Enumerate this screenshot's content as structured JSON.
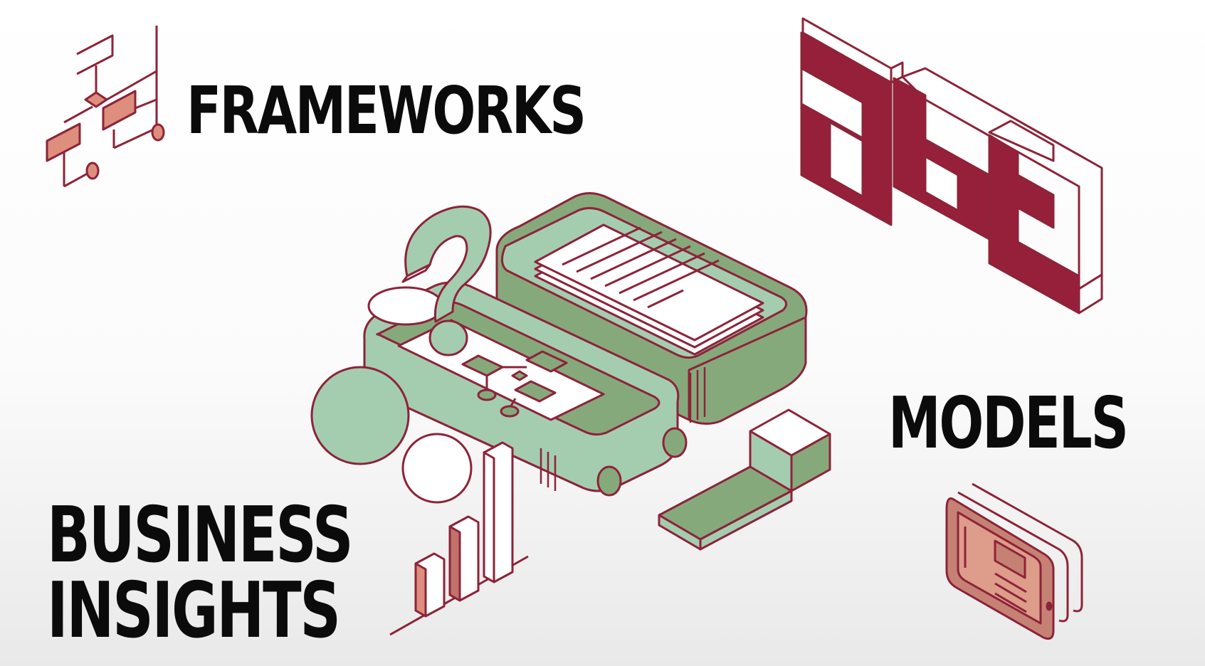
{
  "labels": {
    "frameworks": "FRAMEWORKS",
    "models": "MODELS",
    "business_line1": "BUSINESS",
    "business_line2": "INSIGHTS"
  },
  "logo": {
    "text": "abt"
  },
  "colors": {
    "brand_maroon": "#96203a",
    "outline": "#8d2339",
    "green": "#a4cdb0",
    "green_dark": "#86a97c",
    "salmon": "#de8e7c",
    "text": "#0b0b0b"
  },
  "icons": [
    "flowchart-icon",
    "abt-logo",
    "question-mark-icon",
    "document-stack-icon",
    "bar-chart-icon",
    "tablet-icon"
  ]
}
